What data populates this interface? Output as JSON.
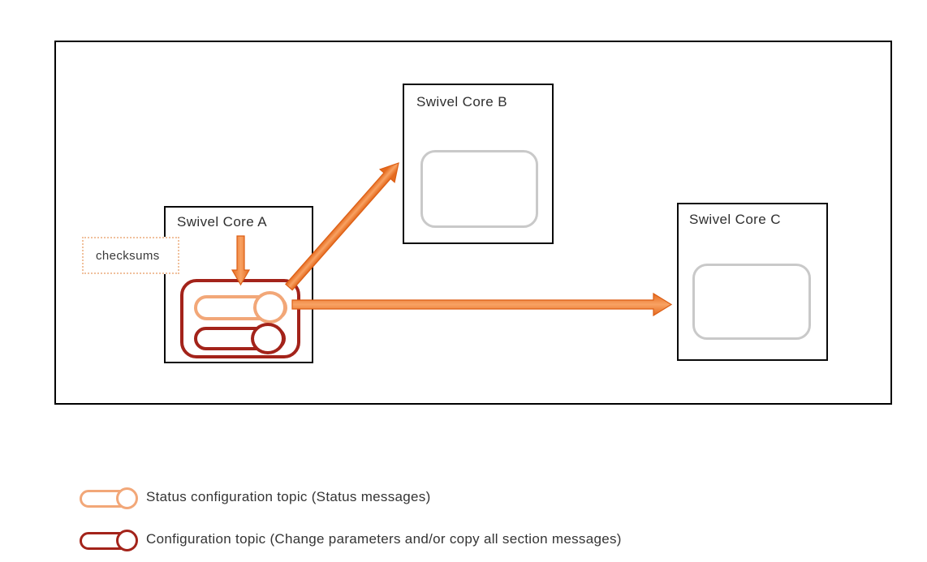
{
  "diagram": {
    "nodes": {
      "core_a": {
        "label": "Swivel Core A"
      },
      "core_b": {
        "label": "Swivel Core B"
      },
      "core_c": {
        "label": "Swivel Core C"
      }
    },
    "checksums": {
      "label": "checksums"
    },
    "arrows": [
      {
        "name": "checksums-into-core-a-topics",
        "direction": "down"
      },
      {
        "name": "core-a-to-core-b",
        "direction": "diagonal-up-right"
      },
      {
        "name": "core-a-to-core-c",
        "direction": "right"
      }
    ]
  },
  "legend": {
    "items": [
      {
        "id": "status",
        "label": "Status configuration topic (Status messages)",
        "color": "#F2A778"
      },
      {
        "id": "config",
        "label": "Configuration topic (Change parameters and/or copy all section messages)",
        "color": "#A3231A"
      }
    ]
  },
  "colors": {
    "arrow_fill": "#F08435",
    "arrow_fill_light": "#F8A263",
    "arrow_edge": "#DC5E14",
    "status_toggle": "#F2A778",
    "config_toggle": "#A3231A",
    "placeholder_border": "#C9C9C9",
    "checksums_border": "#F0C09C",
    "node_border": "#000000",
    "text": "#333333"
  }
}
